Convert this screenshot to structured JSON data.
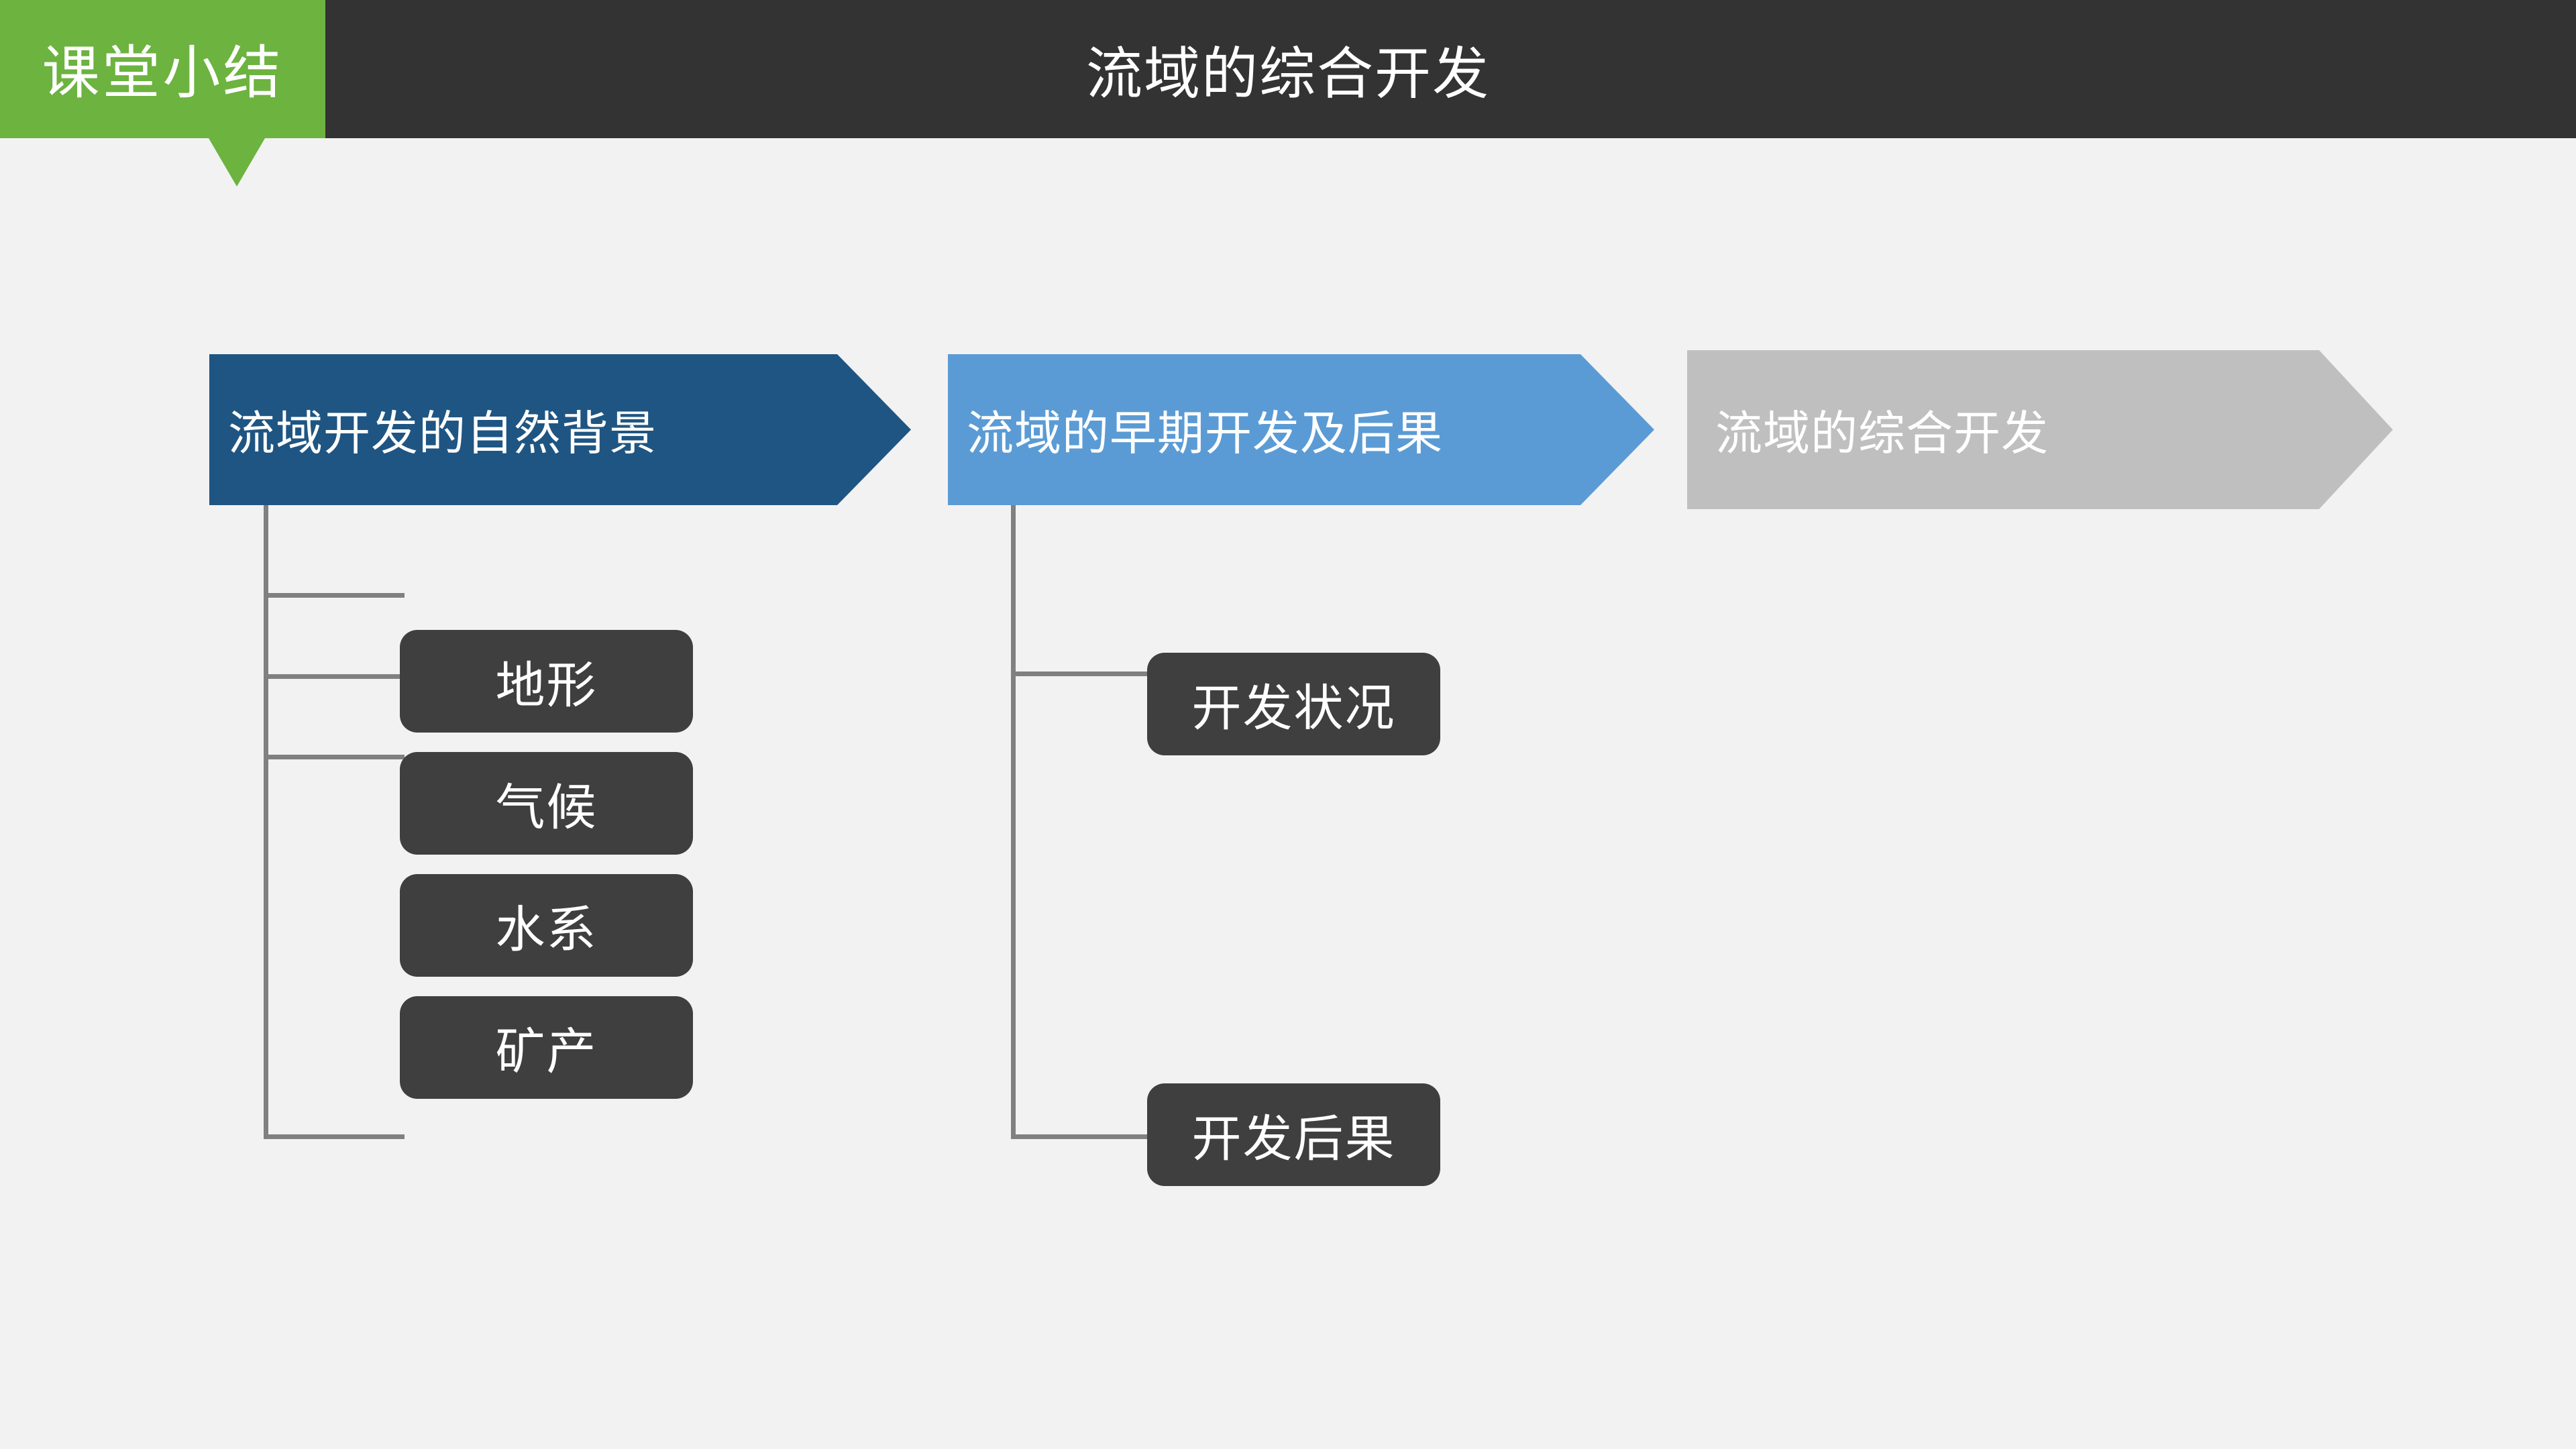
{
  "header": {
    "title": "流域的综合开发",
    "badge_label": "课堂小结",
    "badge_color": "#6CB33F",
    "bar_color": "#333333",
    "title_color": "#FFFFFF"
  },
  "page": {
    "background_color": "#F2F2F2",
    "connector_color": "#808080",
    "leaf_box_color": "#3F3F3F",
    "leaf_text_color": "#FFFFFF"
  },
  "diagram": {
    "type": "horizontal-process-flow-with-branches",
    "stages": [
      {
        "label": "流域开发的自然背景",
        "color": "#1F5582",
        "text_color": "#FFFFFF",
        "children": [
          {
            "label": "地形"
          },
          {
            "label": "气候"
          },
          {
            "label": "水系"
          },
          {
            "label": "矿产"
          }
        ]
      },
      {
        "label": "流域的早期开发及后果",
        "color": "#5B9BD5",
        "text_color": "#FFFFFF",
        "children": [
          {
            "label": "开发状况"
          },
          {
            "label": "开发后果"
          }
        ]
      },
      {
        "label": "流域的综合开发",
        "color": "#BFBFBF",
        "text_color": "#FFFFFF",
        "children": []
      }
    ]
  }
}
